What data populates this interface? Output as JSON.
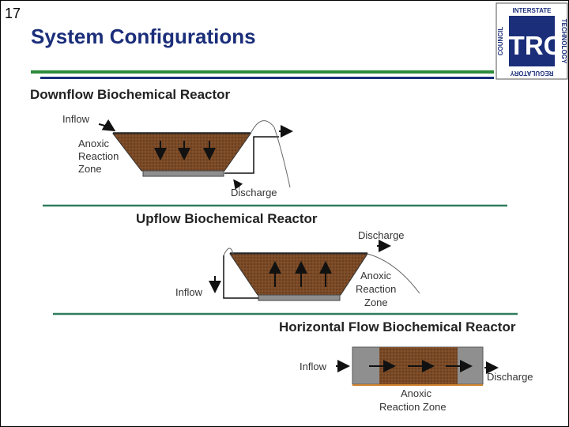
{
  "slide_number": "17",
  "title": "System Configurations",
  "logo": {
    "letters": "ITRC",
    "top_text": "INTERSTATE",
    "right_text": "TECHNOLOGY",
    "bottom_text": "REGULATORY",
    "left_text": "COUNCIL"
  },
  "downflow": {
    "heading": "Downflow Biochemical Reactor",
    "inflow": "Inflow",
    "zone": [
      "Anoxic",
      "Reaction",
      "Zone"
    ],
    "discharge": "Discharge"
  },
  "upflow": {
    "heading": "Upflow Biochemical Reactor",
    "inflow": "Inflow",
    "zone": [
      "Anoxic",
      "Reaction",
      "Zone"
    ],
    "discharge": "Discharge"
  },
  "horizontal": {
    "heading": "Horizontal Flow Biochemical Reactor",
    "inflow": "Inflow",
    "discharge": "Discharge",
    "zone": [
      "Anoxic",
      "Reaction Zone"
    ]
  },
  "colors": {
    "title": "#1b2e7a",
    "green_rule": "#2e8b3c",
    "blue_rule": "#1b2e7a",
    "substrate": "#7a4a26",
    "liner": "#8f8f8f",
    "separator": "#2e7d5b"
  }
}
